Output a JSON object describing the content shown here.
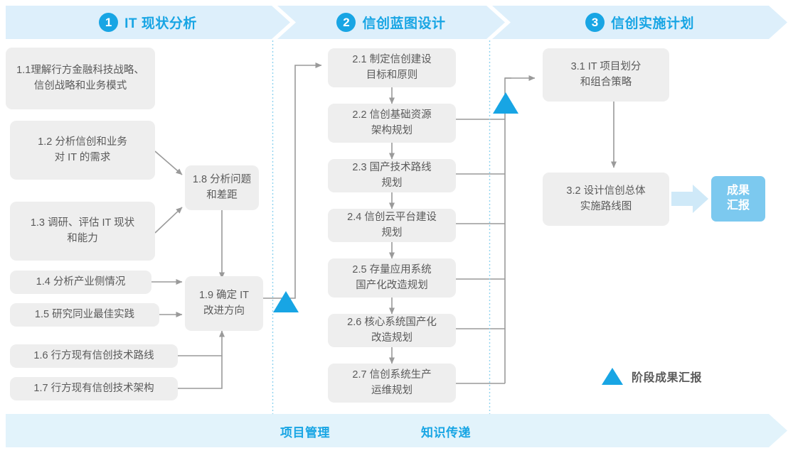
{
  "colors": {
    "accent": "#18a5e4",
    "phase_band": "#ddeffb",
    "box_fill": "#eeeeee",
    "box_text": "#5a5a5a",
    "chip_fill": "#7cc9ef",
    "footer_fill": "#e2f3fb",
    "connector": "#9a9a9a",
    "divider_dotted": "#8fd3ef"
  },
  "phases": [
    {
      "number": "1",
      "title": "IT 现状分析"
    },
    {
      "number": "2",
      "title": "信创蓝图设计"
    },
    {
      "number": "3",
      "title": "信创实施计划"
    }
  ],
  "phase1_tasks": [
    {
      "id": "1.1",
      "label": "1.1理解行方金融科技战略、\n信创战略和业务模式"
    },
    {
      "id": "1.2",
      "label": "1.2 分析信创和业务\n对 IT 的需求"
    },
    {
      "id": "1.3",
      "label": "1.3 调研、评估 IT 现状\n和能力"
    },
    {
      "id": "1.4",
      "label": "1.4 分析产业侧情况"
    },
    {
      "id": "1.5",
      "label": "1.5 研究同业最佳实践"
    },
    {
      "id": "1.6",
      "label": "1.6 行方现有信创技术路线"
    },
    {
      "id": "1.7",
      "label": "1.7 行方现有信创技术架构"
    },
    {
      "id": "1.8",
      "label": "1.8 分析问题\n和差距"
    },
    {
      "id": "1.9",
      "label": "1.9 确定 IT\n改进方向"
    }
  ],
  "phase2_tasks": [
    {
      "id": "2.1",
      "label": "2.1 制定信创建设\n目标和原则"
    },
    {
      "id": "2.2",
      "label": "2.2 信创基础资源\n架构规划"
    },
    {
      "id": "2.3",
      "label": "2.3 国产技术路线\n规划"
    },
    {
      "id": "2.4",
      "label": "2.4 信创云平台建设\n规划"
    },
    {
      "id": "2.5",
      "label": "2.5 存量应用系统\n国产化改造规划"
    },
    {
      "id": "2.6",
      "label": "2.6 核心系统国产化\n改造规划"
    },
    {
      "id": "2.7",
      "label": "2.7 信创系统生产\n运维规划"
    }
  ],
  "phase3_tasks": [
    {
      "id": "3.1",
      "label": "3.1 IT 项目划分\n和组合策略"
    },
    {
      "id": "3.2",
      "label": "3.2 设计信创总体\n实施路线图"
    }
  ],
  "deliverable": {
    "label": "成果\n汇报"
  },
  "legend": {
    "label": "阶段成果汇报"
  },
  "footer": {
    "items": [
      "项目管理",
      "知识传递"
    ]
  }
}
